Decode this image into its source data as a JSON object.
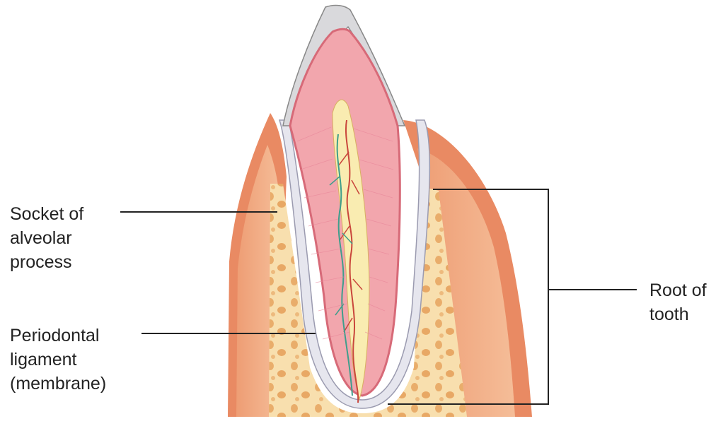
{
  "labels": {
    "socket": [
      "Socket of",
      "alveolar",
      "process"
    ],
    "ligament": [
      "Periodontal",
      "ligament",
      "(membrane)"
    ],
    "root": [
      "Root of",
      "tooth"
    ]
  },
  "colors": {
    "gum_dark": "#e98a63",
    "gum_light": "#f3b48f",
    "bone": "#f8dfae",
    "bone_spot": "#e7a55f",
    "enamel": "#d9d9dc",
    "dentin": "#f2a6ad",
    "dentin_stroke": "#d76a78",
    "pulp": "#f9ecb1",
    "nerve_red": "#c9463c",
    "nerve_green": "#3f9e8c",
    "leader_line": "#222222"
  }
}
